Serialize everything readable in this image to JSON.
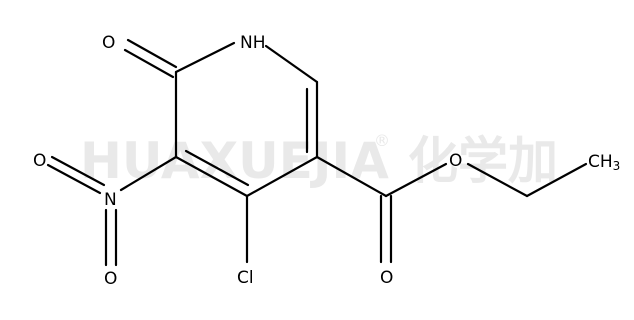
{
  "watermark": {
    "text": "HUAXUEJIA",
    "registered": "®",
    "chinese": "化学加"
  },
  "atoms": {
    "carbonyl_o": "O",
    "nh": "NH",
    "nitro_o_left": "O",
    "nitro_n": "N",
    "nitro_o_bottom": "O",
    "chloro": "Cl",
    "ester_o_carbonyl": "O",
    "ester_o_ether": "O",
    "methyl_c": "CH",
    "methyl_sub": "3"
  }
}
